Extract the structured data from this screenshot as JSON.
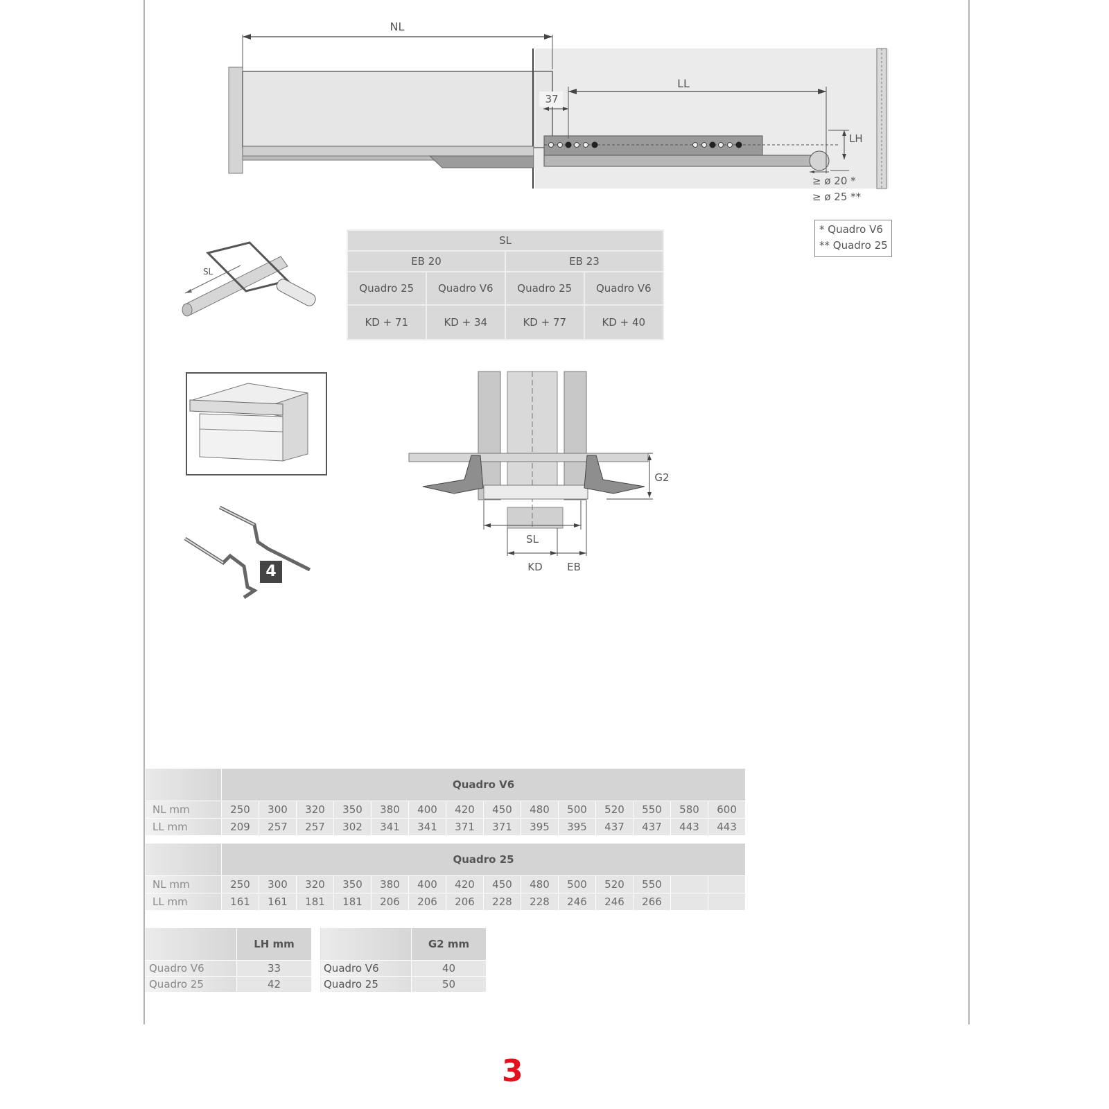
{
  "drawing": {
    "nl_label": "NL",
    "ll_label": "LL",
    "dim_37": "37",
    "lh_label": "LH",
    "dia_20": "≥ ø 20 *",
    "dia_25": "≥ ø 25 **",
    "legend_v6": "* Quadro V6",
    "legend_25": "** Quadro 25",
    "saw_sl": "SL",
    "g2_label": "G2",
    "sl_label": "SL",
    "kd_label": "KD",
    "eb_label": "EB",
    "step_badge": "4"
  },
  "sl_table": {
    "title": "SL",
    "eb20": "EB 20",
    "eb23": "EB 23",
    "cols": [
      "Quadro 25",
      "Quadro V6",
      "Quadro 25",
      "Quadro V6"
    ],
    "values": [
      "KD + 71",
      "KD + 34",
      "KD + 77",
      "KD + 40"
    ]
  },
  "quadro_v6": {
    "title": "Quadro V6",
    "nl_label": "NL mm",
    "ll_label": "LL mm",
    "nl": [
      "250",
      "300",
      "320",
      "350",
      "380",
      "400",
      "420",
      "450",
      "480",
      "500",
      "520",
      "550",
      "580",
      "600"
    ],
    "ll": [
      "209",
      "257",
      "257",
      "302",
      "341",
      "341",
      "371",
      "371",
      "395",
      "395",
      "437",
      "437",
      "443",
      "443"
    ]
  },
  "quadro_25": {
    "title": "Quadro 25",
    "nl_label": "NL mm",
    "ll_label": "LL mm",
    "nl": [
      "250",
      "300",
      "320",
      "350",
      "380",
      "400",
      "420",
      "450",
      "480",
      "500",
      "520",
      "550",
      "",
      ""
    ],
    "ll": [
      "161",
      "161",
      "181",
      "181",
      "206",
      "206",
      "206",
      "228",
      "228",
      "246",
      "246",
      "266",
      "",
      ""
    ]
  },
  "lh_table": {
    "header": "LH mm",
    "rows": [
      {
        "label": "Quadro V6",
        "value": "33"
      },
      {
        "label": "Quadro 25",
        "value": "42"
      }
    ]
  },
  "g2_table": {
    "header": "G2 mm",
    "rows": [
      {
        "label": "Quadro V6",
        "value": "40"
      },
      {
        "label": "Quadro 25",
        "value": "50"
      }
    ]
  },
  "page_number": "3"
}
